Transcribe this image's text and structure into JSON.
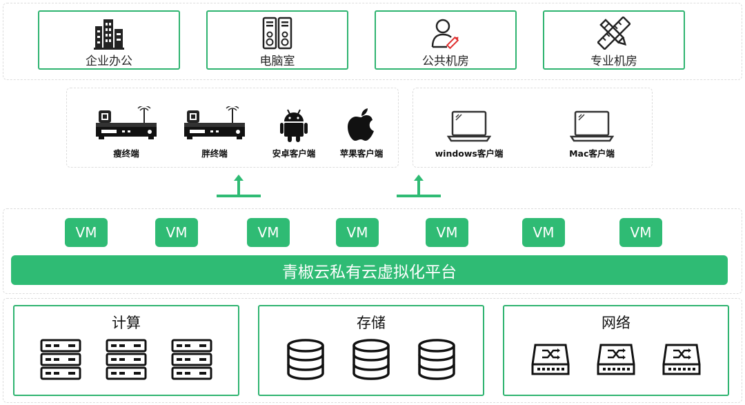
{
  "places": [
    {
      "label": "企业办公",
      "icon": "office-building-icon"
    },
    {
      "label": "电脑室",
      "icon": "server-tower-icon"
    },
    {
      "label": "公共机房",
      "icon": "user-pen-icon"
    },
    {
      "label": "专业机房",
      "icon": "pencil-ruler-icon"
    }
  ],
  "clients_left": [
    {
      "label": "瘦终端",
      "icon": "thin-terminal-icon"
    },
    {
      "label": "胖终端",
      "icon": "fat-terminal-icon"
    },
    {
      "label": "安卓客户端",
      "icon": "android-icon"
    },
    {
      "label": "苹果客户端",
      "icon": "apple-icon"
    }
  ],
  "clients_right": [
    {
      "label": "windows客户端",
      "icon": "laptop-icon"
    },
    {
      "label": "Mac客户端",
      "icon": "laptop-icon"
    }
  ],
  "vms": [
    "VM",
    "VM",
    "VM",
    "VM",
    "VM",
    "VM",
    "VM"
  ],
  "platform": "青椒云私有云虚拟化平台",
  "resources": [
    {
      "title": "计算",
      "icon": "server-rack-icon"
    },
    {
      "title": "存储",
      "icon": "database-icon"
    },
    {
      "title": "网络",
      "icon": "network-switch-icon"
    }
  ],
  "colors": {
    "accent": "#2fbb74",
    "border": "#2db36f",
    "dashed": "#dcdcdc"
  }
}
